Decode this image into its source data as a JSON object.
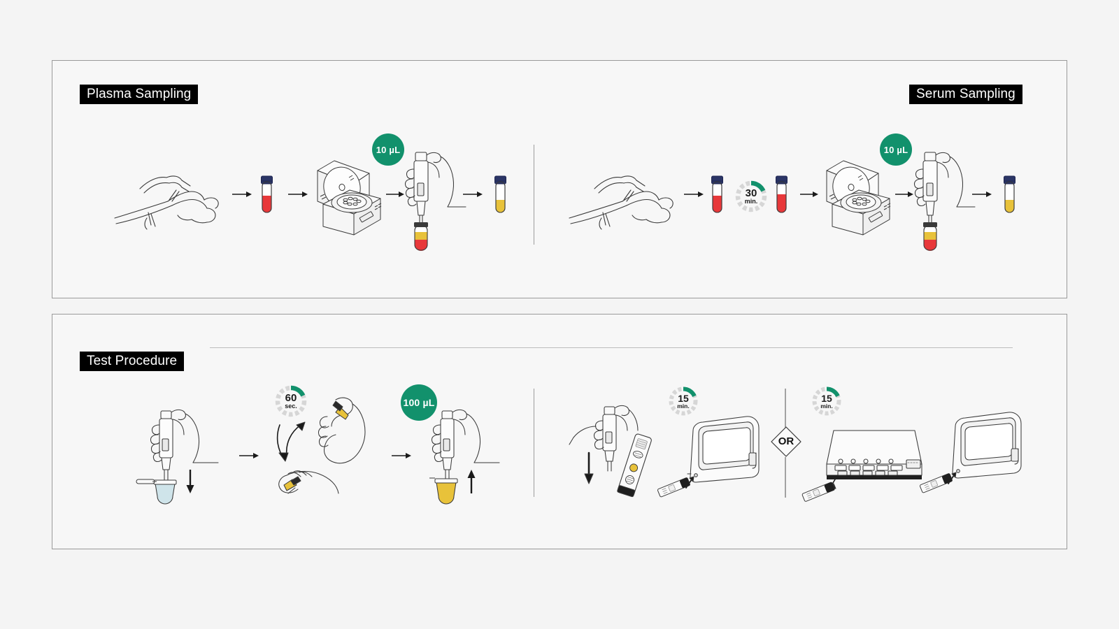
{
  "page": {
    "background_color": "#f4f4f4",
    "accent_color": "#12916c",
    "panel_border_color": "#9a9a9a",
    "chip_background": "#000000",
    "chip_text_color": "#ffffff"
  },
  "panels": [
    {
      "id": "sampling",
      "labels": {
        "left": "Plasma Sampling",
        "right": "Serum Sampling"
      }
    },
    {
      "id": "test",
      "labels": {
        "left": "Test Procedure"
      }
    }
  ],
  "plasma_flow": {
    "badge_volume": "10 µL",
    "steps": [
      {
        "name": "venipuncture-blood-draw",
        "caption": ""
      },
      {
        "name": "blood-collection-tube",
        "caption": ""
      },
      {
        "name": "centrifuge",
        "caption": ""
      },
      {
        "name": "pipette-plasma-transfer",
        "caption": ""
      },
      {
        "name": "plasma-tube",
        "caption": ""
      }
    ]
  },
  "serum_flow": {
    "badge_volume": "10 µL",
    "clot_timer": {
      "value": "30",
      "unit": "min."
    },
    "steps": [
      {
        "name": "venipuncture-blood-draw",
        "caption": ""
      },
      {
        "name": "blood-collection-tube",
        "caption": ""
      },
      {
        "name": "clotting-wait",
        "caption": ""
      },
      {
        "name": "blood-collection-tube",
        "caption": ""
      },
      {
        "name": "centrifuge",
        "caption": ""
      },
      {
        "name": "pipette-serum-transfer",
        "caption": ""
      },
      {
        "name": "serum-tube",
        "caption": ""
      }
    ]
  },
  "test_flow_left": {
    "mix_timer": {
      "value": "60",
      "unit": "sec."
    },
    "badge_volume": "100 µL",
    "steps": [
      {
        "name": "pipette-sample-into-buffer-tube",
        "caption": ""
      },
      {
        "name": "invert-mix-tube",
        "caption": ""
      },
      {
        "name": "pipette-draw-from-buffer-tube",
        "caption": ""
      }
    ]
  },
  "test_flow_right": {
    "or_label": "OR",
    "incubate_timer_a": {
      "value": "15",
      "unit": "min."
    },
    "incubate_timer_b": {
      "value": "15",
      "unit": "min."
    },
    "steps": [
      {
        "name": "dispense-onto-cassette",
        "caption": ""
      },
      {
        "name": "portable-analyzer-reader",
        "caption": ""
      },
      {
        "name": "benchtop-analyzer-reader",
        "caption": ""
      },
      {
        "name": "portable-analyzer-reader",
        "caption": ""
      }
    ]
  },
  "colors": {
    "blood_red": "#e8383a",
    "plasma_yellow": "#e8c23a",
    "tube_cap_navy": "#2b3566",
    "timer_track": "#d6d6d6",
    "timer_arc": "#12916c",
    "line_art": "#3a3a3a"
  }
}
